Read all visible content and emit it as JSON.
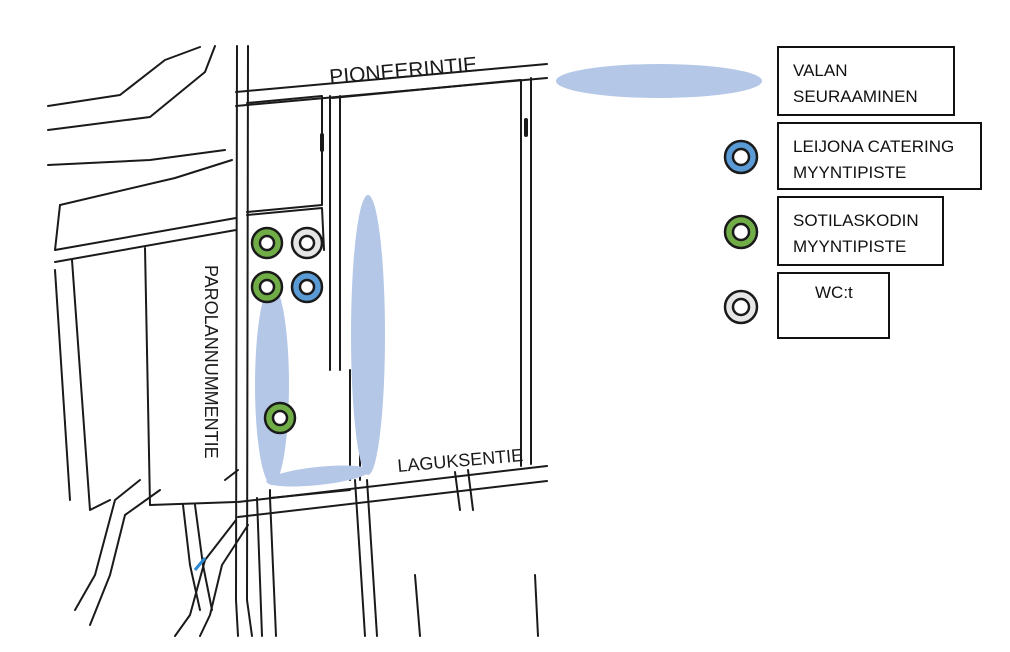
{
  "map": {
    "streets": {
      "pioneerintie": "PIONEERINTIE",
      "parolannummentie": "PAROLANNUMMENTIE",
      "laguksentie": "LAGUKSENTIE"
    },
    "colors": {
      "viewing_area": "#b4c7e7",
      "catering": "#5b9bd5",
      "sotilaskoti": "#70ad47",
      "wc": "#e7e6e6",
      "road": "#1a1a1a"
    }
  },
  "legend": {
    "viewing": {
      "line1": "VALAN",
      "line2": "SEURAAMINEN",
      "icon": "blue-ellipse-icon"
    },
    "catering": {
      "line1": "LEIJONA CATERING",
      "line2": "MYYNTIPISTE",
      "icon": "blue-ring-icon"
    },
    "sotilaskoti": {
      "line1": "SOTILASKODIN",
      "line2": "MYYNTIPISTE",
      "icon": "green-ring-icon"
    },
    "wc": {
      "line1": "WC:t",
      "icon": "grey-ring-icon"
    }
  }
}
